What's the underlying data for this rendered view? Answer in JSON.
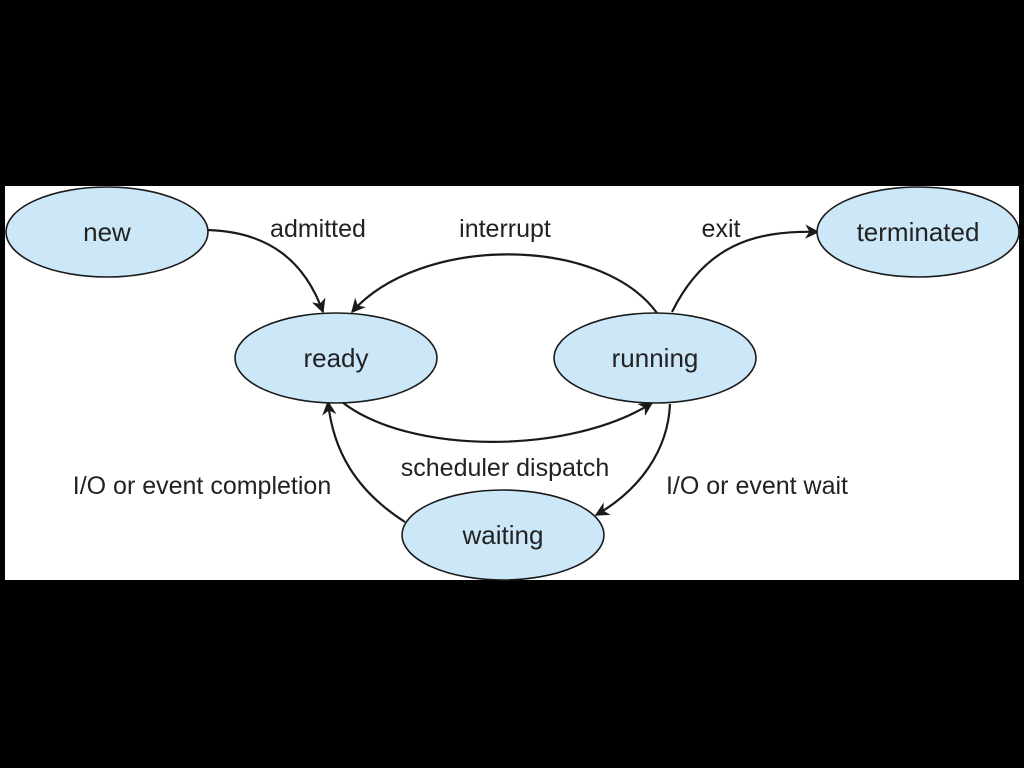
{
  "colors": {
    "background": "#000000",
    "panel": "#ffffff",
    "state_fill": "#cce8f8",
    "stroke": "#1a1a1a",
    "text": "#222222"
  },
  "states": {
    "new": "new",
    "ready": "ready",
    "running": "running",
    "waiting": "waiting",
    "terminated": "terminated"
  },
  "transitions": {
    "admitted": "admitted",
    "interrupt": "interrupt",
    "exit": "exit",
    "scheduler_dispatch": "scheduler dispatch",
    "io_event_completion": "I/O or event completion",
    "io_event_wait": "I/O or event wait"
  }
}
